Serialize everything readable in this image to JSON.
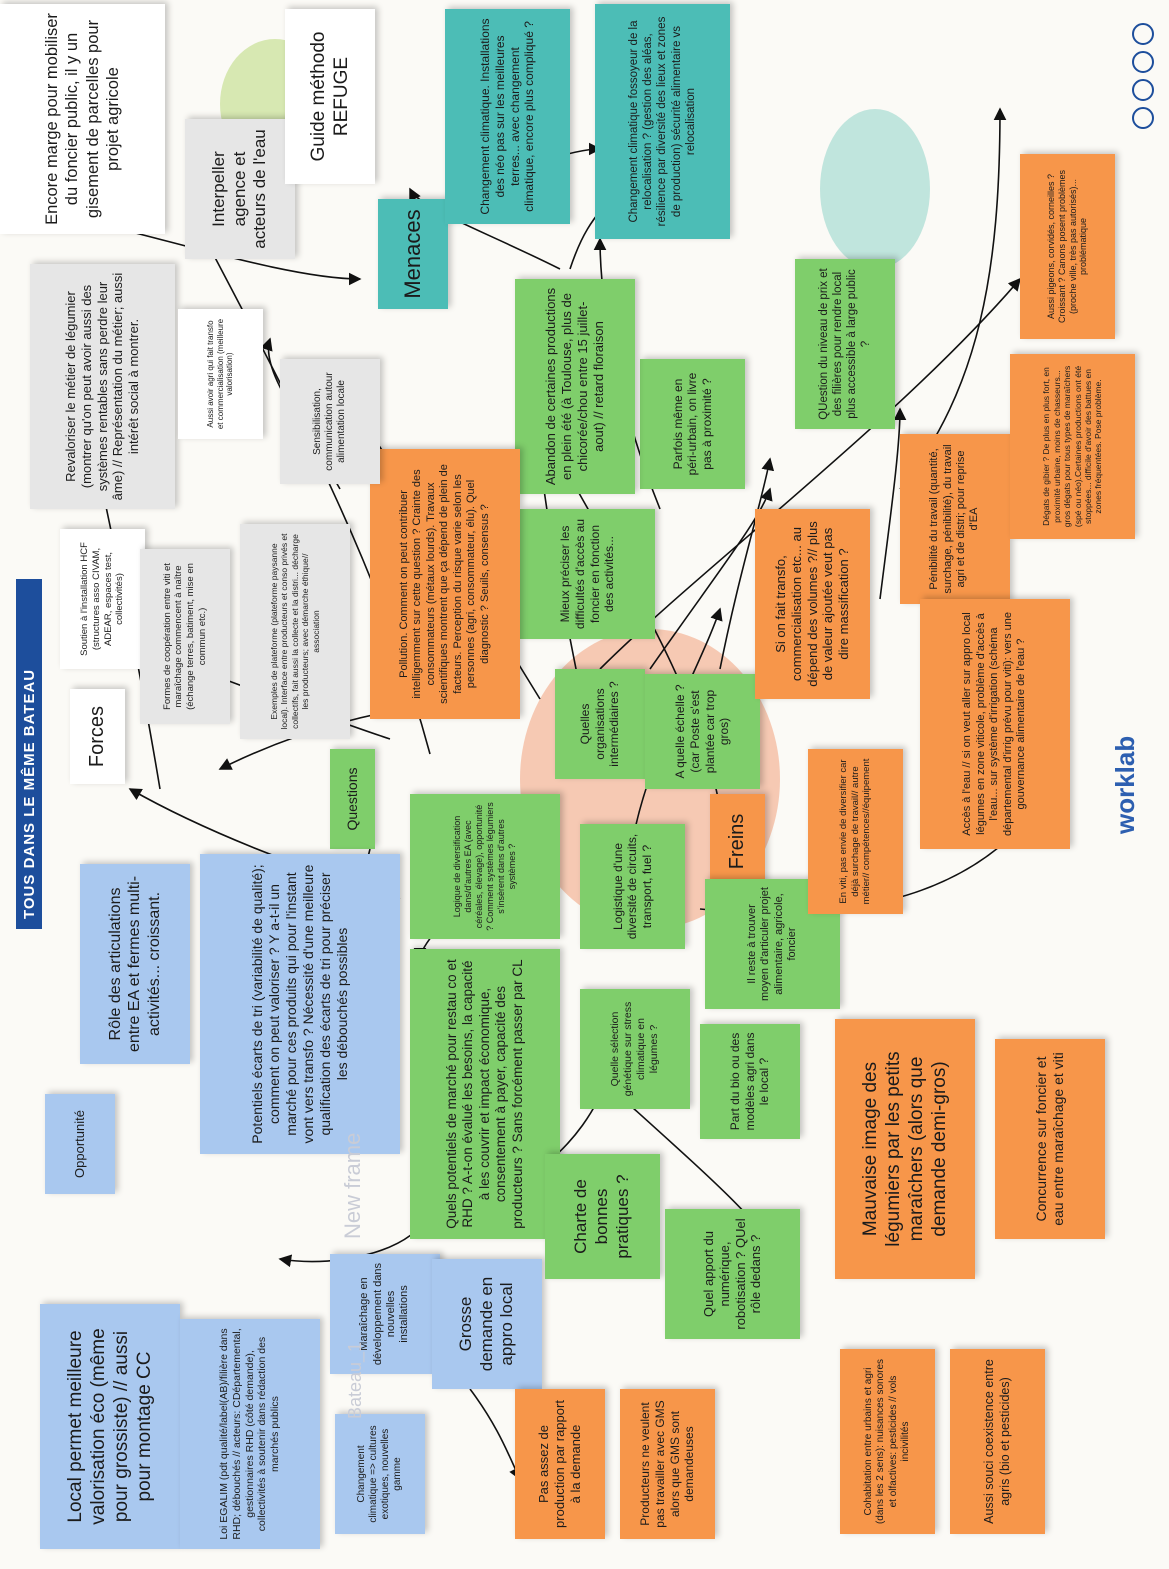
{
  "banner": "TOUS DANS LE MÊME BATEAU",
  "logo": "worklab",
  "watermarks": {
    "frame": "New frame",
    "bateau": "Bateau_1"
  },
  "headers": {
    "forces": "Forces",
    "menaces": "Menaces",
    "freins": "Freins",
    "questions": "Questions",
    "opportunite": "Opportunité"
  },
  "notes": {
    "local_valorisation": "Local permet meilleure valorisation éco (même pour grossiste) // aussi pour montage CC",
    "egalim": "Loi EGALIM (pdt qualité/label(AB)/filière dans RHD; débouchés // acteurs: CDépartemental, gestionnaires RHD (côté demande), collectivités à soutenir dans rédaction des marchés publics",
    "changement_climatique_cultures": "Changement climatique => cultures exotiques, nouvelles gamme",
    "pas_assez_production": "Pas assez de production par rapport à la demande",
    "producteurs_gms": "Producteurs ne veulent pas travailler avec GMS alors que GMS sont demandeuses",
    "maraichage_dev": "Maraîchage en développement dans nouvelles installations",
    "grosse_demande": "Grosse demande en appro local",
    "role_articulations": "Rôle des articulations entre EA et fermes multi-activités... croissant.",
    "ecarts_tri": "Potentiels écarts de tri (variabilité de qualité); comment on peut valoriser ? Y a-t-il un marché pour ces produits qui pour l'instant vont vers transfo ? Nécessité d'une meilleure qualification des écarts de tri pour préciser les débouchés possibles",
    "potentiels_marche": "Quels potentiels de marché pour restau co et RHD ? A-t-on évalué les besoins, la capacité à les couvrir et impact économique, consentement à payer, capacité des producteurs ? Sans forcément passer par CL",
    "logique_diversification": "Logique de diversification dans/d'autres EA (avec céréales, élevage), opportunité ? Comment systèmes légumiers s'insèrent dans d'autres systèmes ?",
    "charte": "Charte de bonnes pratiques ?",
    "numerique": "Quel apport du numérique, robotisation ? QUel rôle dedans ?",
    "logistique": "Logistique d'une diversité de circuits, transport, fuel ?",
    "selection_genetique": "Quelle sélection génétique sur stress climatique en légumes ?",
    "part_bio": "Part du bio ou des modèles agri dans le local ?",
    "quelles_orga": "Quelles organisations intermédiaires ?",
    "quelle_echelle": "A quelle échelle ? (car Poste s'est plantée car trop gros)",
    "articuler_foncier": "Il reste à trouver moyen d'articuler projet alimentaire, agricole, foncier",
    "difficultes_foncier": "Mieux préciser les difficultés d'accès au foncier en fonction des activités...",
    "periurbain": "Parfois même en péri-urbain, on livre pas à proximité ?",
    "niveau_prix": "QUestion du niveau de prix et des filières pour rendre local plus accessible à large public ?",
    "abandon_productions": "Abandon de certaines productions en plein été (à Toulouse, plus de chicorée/chou entre 15 juillet-aout) // retard floraison",
    "cc_neo": "Changement climatique. Installations des néo pas sur les meilleures terres... avec changement climatique, encore plus compliqué ?",
    "cc_fossoyeur": "Changement climatique fossoyeur de la relocalisation ? (gestion des aléas, résilience par diversité des lieux et zones de production) sécurité alimentaire vs relocalisation",
    "pollution": "Pollution. Comment on peut contribuer intelligemment sur cette question ? Crainte des consommateurs (métaux lourds). Travaux scientifiques montrent que ça dépend de plein de facteurs. Perception du risque varie selon les personnes (agri, consommateur, élu). Quel diagnostic ? Seuils, consensus ?",
    "transfo_volumes": "Si on fait transfo, commercialisation etc... au dépend des volumes ?// plus de valeur ajoutée veut pas dire massification ?",
    "penibilite": "Pénibilité du travail (quantité, surchage, pénibilité), du travail agri et de distri; pour reprise d'EA",
    "degats_gibier": "Dégats de gibier ? De plus en plus fort, en proximité urbaine, moins de chasseurs... gros dégats pour tous types de maraîchers (spé ou néo).Certaines productions ont été stoppées... difficile d'avoir des battues en zones fréquentées. Pose problème.",
    "pigeons": "Aussi pigeons, corvidés, corneilles ? Croissant ? Canons posent problèmes (proche ville, très pas autorisés)... problématique",
    "acces_eau": "Accès à l'eau // si on veut aller sur appro local légumes en zone viticole, problème d'accès à l'eau... sur système d'irrigation (schéma départemental d'irrig prévu pour viti): vers une gouvernance alimentaire de l'eau ?",
    "viti_diversifier": "En viti, pas envie de diversifier car déjà surchage de travail// autre métier// compétences//équipement",
    "mauvaise_image": "Mauvaise image des légumiers par les petits maraîchers (alors que demande demi-gros)",
    "concurrence_foncier": "Concurrence sur foncier et eau entre maraîchage et viti",
    "cohabitation": "Cohabitation entre urbains et agri (dans les 2 sens): nuisances sonores et olfactives: pesticides // vols incivilités",
    "coexistence": "Aussi souci coexistence entre agris (bio et pesticides)",
    "soutien_installation": "Soutien à l'installation HCF (structures asso CIVAM, ADEAR, espaces test, collectivités)",
    "cooperation": "Formes de coopération entre viti et maraîchage commencent à naître (échange terres, batiment, mise en commun etc.)",
    "plateforme": "Exemples de plateforme (plateforme paysanne local). Interface entre producteurs et conso privés et collectifs, fait aussi la collecte et la distri... décharge les producteurs; avec démarche éthique// association",
    "revaloriser": "Revaloriser le métier de légumier (montrer qu'on peut avoir aussi des systèmes rentables sans perdre leur âme) // Représentation du métier; aussi intérêt social à montrer.",
    "aussi_avoir_agri": "Aussi avoir agri qui fait transfo et commercialisation (meilleure valorisation)",
    "sensibilisation": "Sensibilisation, communication autour alimentation locale",
    "interpeller": "Interpeller agence et acteurs de l'eau",
    "guide": "Guide méthodo REFUGE",
    "foncier_public": "Encore marge pour mobiliser du foncier public, il y un gisement de parcelles pour projet agricole"
  },
  "colors": {
    "blue": "#a9c8ef",
    "green": "#7fce6b",
    "orange": "#f7964a",
    "teal": "#4cbdb6",
    "white": "#ffffff",
    "banner": "#1d4e9c"
  }
}
